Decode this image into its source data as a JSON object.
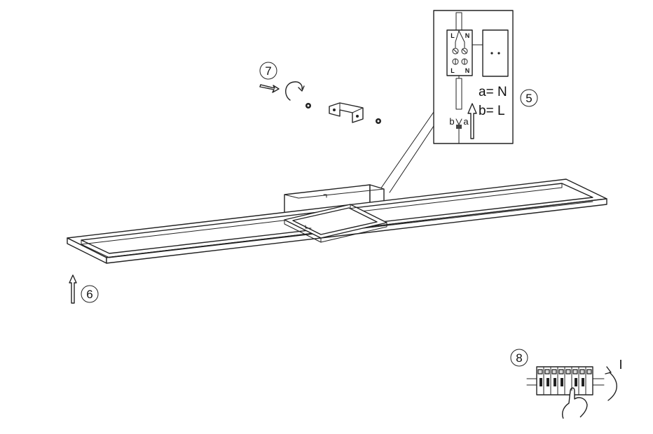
{
  "steps": {
    "step5": "5",
    "step6": "6",
    "step7": "7",
    "step8": "8"
  },
  "detail": {
    "terminal_L_top": "L",
    "terminal_N_top": "N",
    "terminal_L_bottom": "L",
    "terminal_N_bottom": "N",
    "wire_b": "b",
    "wire_a": "a",
    "legend_a": "a= N",
    "legend_b": "b= L"
  },
  "step8_label": "I"
}
